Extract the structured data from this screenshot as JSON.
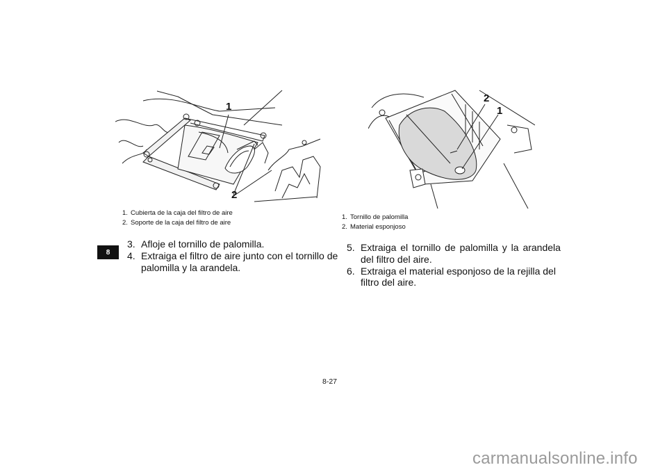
{
  "page": {
    "chapter_tab": "8",
    "page_number": "8-27",
    "watermark": "carmanualsonline.info"
  },
  "left_figure": {
    "callouts": [
      "1",
      "2"
    ],
    "captions": [
      {
        "num": "1.",
        "text": "Cubierta de la caja del filtro de aire"
      },
      {
        "num": "2.",
        "text": "Soporte de la caja del filtro de aire"
      }
    ]
  },
  "right_figure": {
    "callouts": [
      "2",
      "1"
    ],
    "captions": [
      {
        "num": "1.",
        "text": "Tornillo de palomilla"
      },
      {
        "num": "2.",
        "text": "Material esponjoso"
      }
    ]
  },
  "left_steps": [
    {
      "num": "3.",
      "lines": [
        "Afloje el tornillo de palomilla."
      ]
    },
    {
      "num": "4.",
      "lines": [
        "Extraiga el filtro de aire junto con el tornillo de",
        "palomilla y la arandela."
      ]
    }
  ],
  "right_steps": [
    {
      "num": "5.",
      "lines": [
        "Extraiga el tornillo de palomilla y la arandela",
        "del filtro del aire."
      ]
    },
    {
      "num": "6.",
      "lines": [
        "Extraiga el material esponjoso de la rejilla del",
        "filtro del aire."
      ]
    }
  ]
}
